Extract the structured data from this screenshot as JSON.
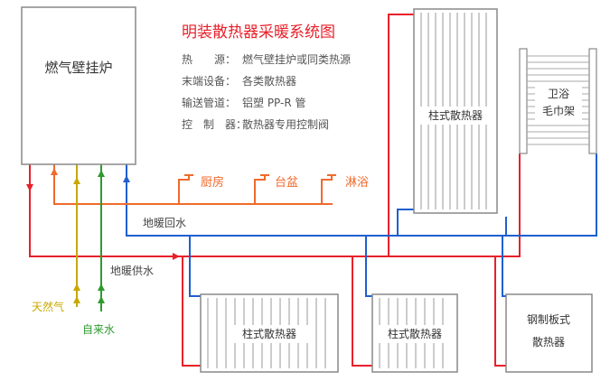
{
  "title": "明装散热器采暖系统图",
  "legend": [
    {
      "label": "热　　源：",
      "value": "燃气壁挂炉或同类热源"
    },
    {
      "label": "末端设备：",
      "value": "各类散热器"
    },
    {
      "label": "输送管道：",
      "value": "铝塑 PP-R 管"
    },
    {
      "label": "控　制　器：",
      "value": "散热器专用控制阀"
    }
  ],
  "boiler": {
    "label": "燃气壁挂炉"
  },
  "taps": {
    "kitchen": "厨房",
    "basin": "台盆",
    "shower": "淋浴"
  },
  "pipes": {
    "return": "地暖回水",
    "supply": "地暖供水",
    "gas": "天然气",
    "water": "自来水"
  },
  "radiators": {
    "tall": "柱式散热器",
    "bottom_left": "柱式散热器",
    "bottom_mid": "柱式散热器",
    "steel_line1": "钢制板式",
    "steel_line2": "散热器",
    "towel_line1": "卫浴",
    "towel_line2": "毛巾架"
  },
  "colors": {
    "hot": "#e8202a",
    "return": "#1f5fd0",
    "domestic": "#f06a2c",
    "gas": "#c8a800",
    "water": "#2f9a2f",
    "title": "#e8202a",
    "text": "#444444",
    "frame": "#888888"
  }
}
